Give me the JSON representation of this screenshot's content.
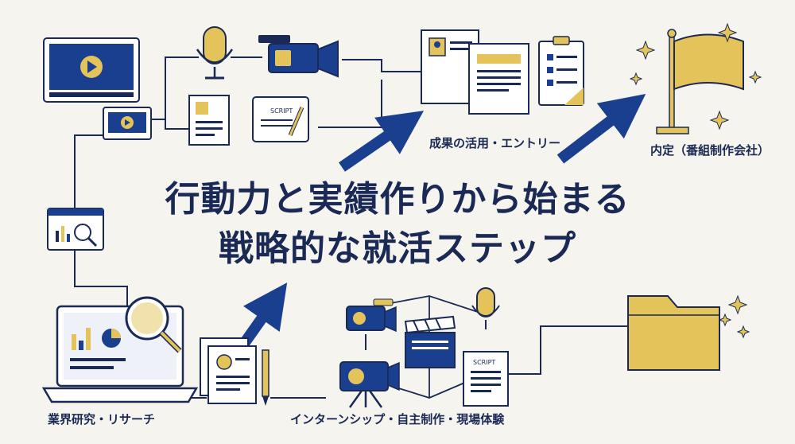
{
  "title": {
    "line1": "行動力と実績作りから始まる",
    "line2": "戦略的な就活ステップ"
  },
  "steps": {
    "research": "業界研究・リサーチ",
    "internship": "インターンシップ・自主制作・現場体験",
    "results": "成果の活用・エントリー",
    "offer": "内定（番組制作会社）"
  },
  "icon_text": {
    "script": "SCRIPT"
  },
  "colors": {
    "navy": "#1b3f8f",
    "gold": "#e3c35a",
    "ink": "#1b2a55",
    "background": "#f5f4ef"
  }
}
